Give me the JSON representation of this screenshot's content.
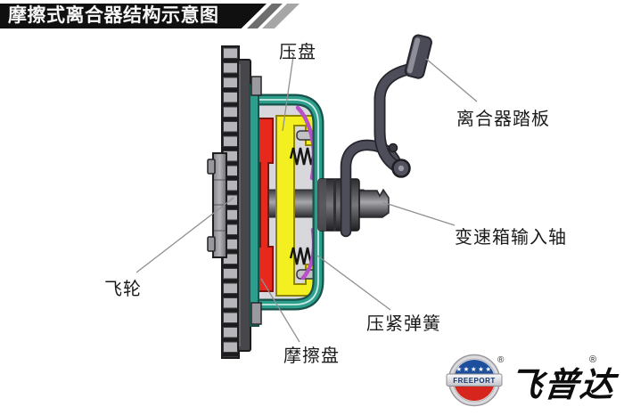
{
  "title": "摩擦式离合器结构示意图",
  "labels": {
    "pressure_plate": "压盘",
    "clutch_pedal": "离合器踏板",
    "input_shaft": "变速箱输入轴",
    "compression_spring": "压紧弹簧",
    "flywheel": "飞轮",
    "friction_disc": "摩擦盘"
  },
  "logo": {
    "brand_name": "飞普达",
    "badge_text": "FREEPORT",
    "badge_stars": "★★★★★",
    "registered_mark": "®"
  },
  "colors": {
    "banner_black": "#101010",
    "housing_teal": "#2e9e8c",
    "friction_disc_red": "#e8281d",
    "pressure_plate_yellow": "#f3ef20",
    "release_lever_purple": "#b94fc9",
    "logo_blue": "#1d4f9c",
    "logo_red": "#d6251d"
  }
}
